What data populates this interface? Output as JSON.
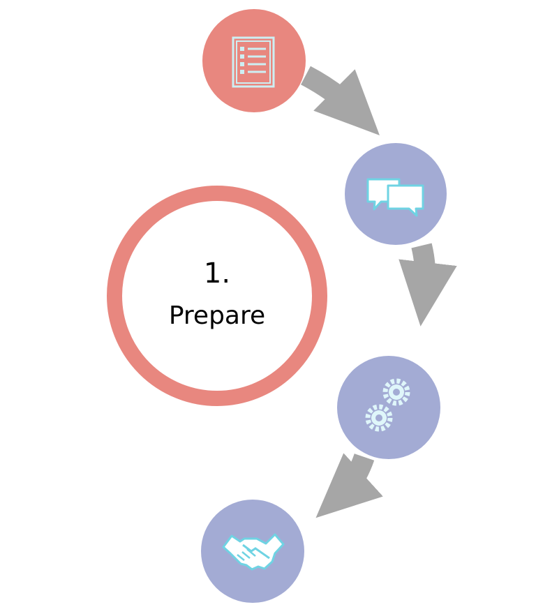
{
  "current_step": {
    "number": "1.",
    "label": "Prepare"
  },
  "steps": [
    {
      "icon": "checklist-icon",
      "state": "active"
    },
    {
      "icon": "speech-bubbles-icon",
      "state": "upcoming"
    },
    {
      "icon": "gears-icon",
      "state": "upcoming"
    },
    {
      "icon": "handshake-icon",
      "state": "upcoming"
    }
  ],
  "colors": {
    "active": "#e8877f",
    "upcoming": "#a3abd4",
    "arrow": "#a6a6a6",
    "icon": "#6fd3e3"
  }
}
